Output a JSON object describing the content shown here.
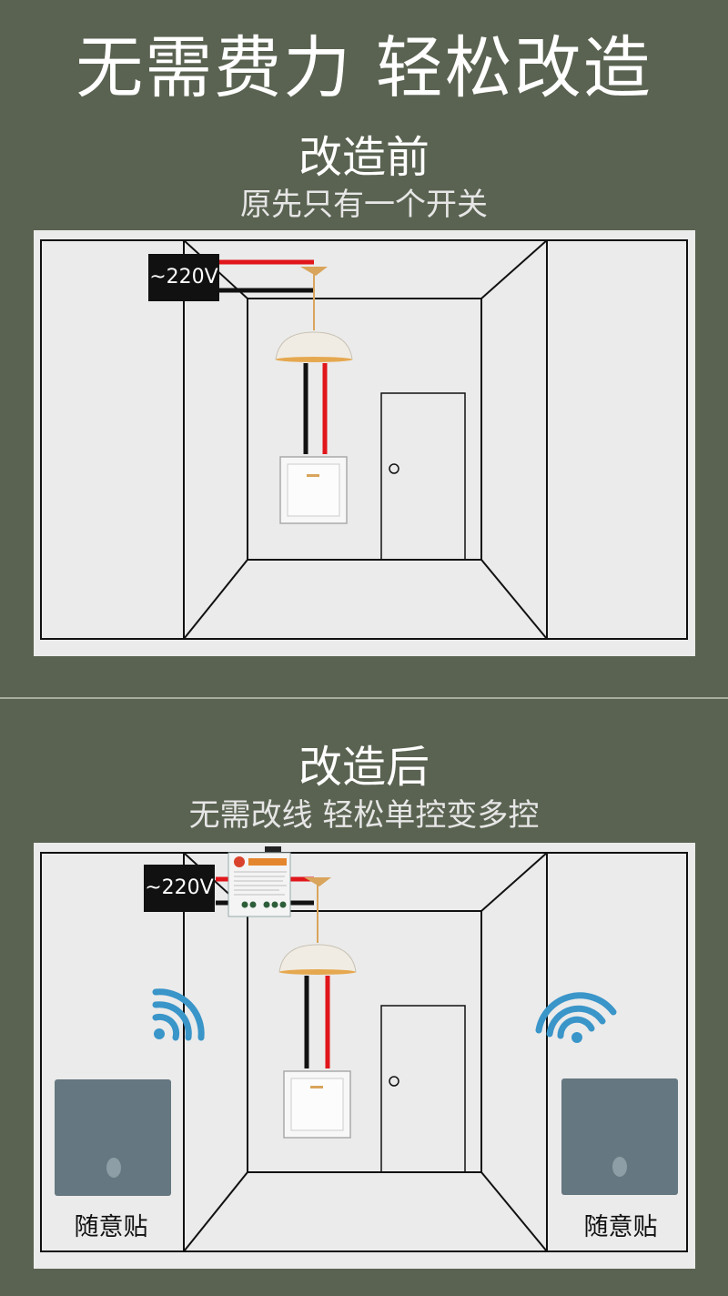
{
  "header": {
    "title": "无需费力  轻松改造"
  },
  "before": {
    "title": "改造前",
    "subtitle": "原先只有一个开关",
    "voltage_label": "~220V"
  },
  "after": {
    "title": "改造后",
    "subtitle": "无需改线 轻松单控变多控",
    "voltage_label": "~220V",
    "patch_left_label": "随意贴",
    "patch_right_label": "随意贴"
  },
  "colors": {
    "background": "#5a6351",
    "wall": "#ebebeb",
    "wire_live": "#e0161b",
    "wire_neutral": "#111111",
    "remote_switch": "#657780",
    "wifi": "#3a95c9"
  }
}
